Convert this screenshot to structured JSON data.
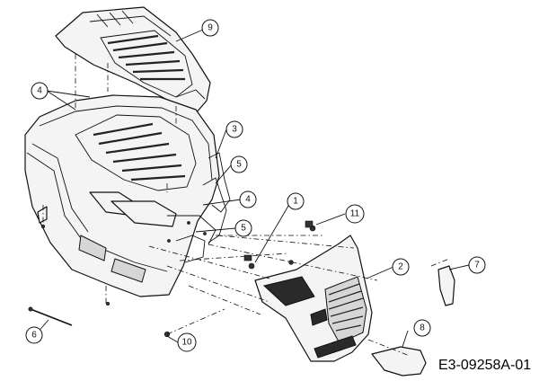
{
  "drawing_code": "E3-09258A-01",
  "callouts": [
    "1",
    "2",
    "3",
    "4",
    "4",
    "5",
    "5",
    "6",
    "7",
    "8",
    "9",
    "10",
    "11"
  ]
}
